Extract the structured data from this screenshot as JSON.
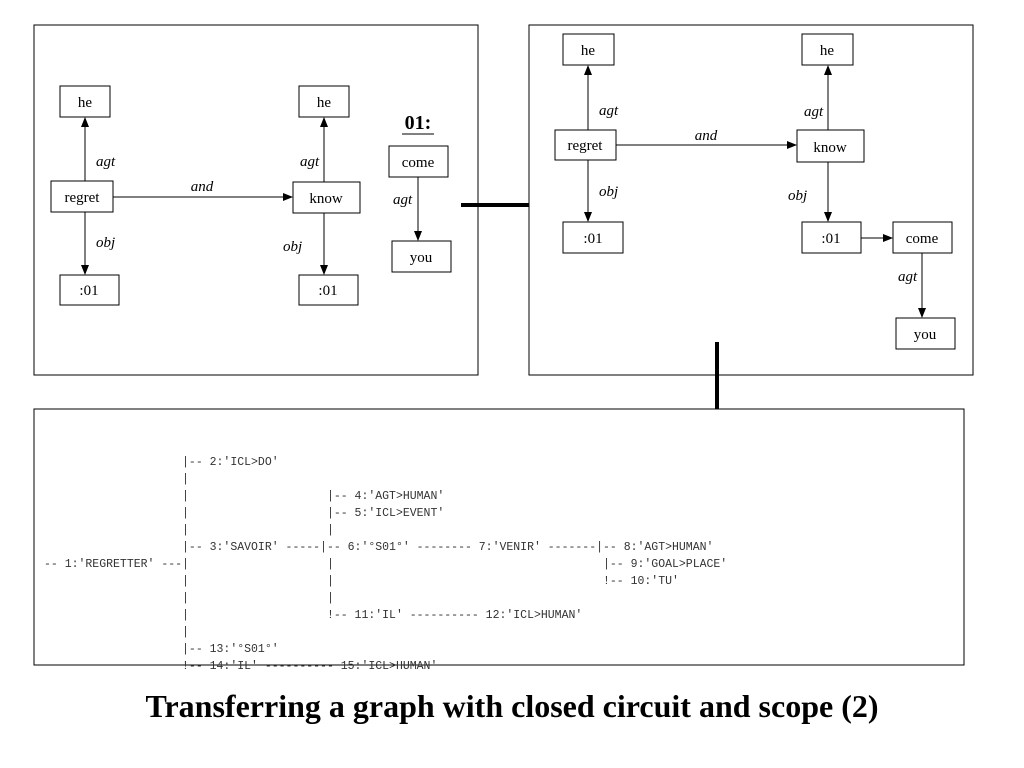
{
  "left_graph": {
    "he_1": "he",
    "regret": "regret",
    "obj_target_1": ":01",
    "he_2": "he",
    "know": "know",
    "obj_target_2": ":01",
    "scope_label": "01:",
    "come": "come",
    "you": "you",
    "edge_agt": "agt",
    "edge_obj": "obj",
    "edge_and": "and"
  },
  "right_graph": {
    "he_1": "he",
    "regret": "regret",
    "obj_target_1": ":01",
    "he_2": "he",
    "know": "know",
    "obj_target_2": ":01",
    "come": "come",
    "you": "you",
    "edge_agt": "agt",
    "edge_obj": "obj",
    "edge_and": "and"
  },
  "tree_lines": [
    "                    |-- 2:'ICL>DO'",
    "                    |",
    "                    |                    |-- 4:'AGT>HUMAN'",
    "                    |                    |-- 5:'ICL>EVENT'",
    "                    |                    |",
    "                    |-- 3:'SAVOIR' -----|-- 6:'°S01°' -------- 7:'VENIR' -------|-- 8:'AGT>HUMAN'",
    "-- 1:'REGRETTER' ---|                    |                                       |-- 9:'GOAL>PLACE'",
    "                    |                    |                                       !-- 10:'TU'",
    "                    |                    |",
    "                    |                    !-- 11:'IL' ---------- 12:'ICL>HUMAN'",
    "                    |",
    "                    |-- 13:'°S01°'",
    "                    !-- 14:'IL' ---------- 15:'ICL>HUMAN'"
  ],
  "caption": "Transferring a graph with closed circuit and scope (2)"
}
